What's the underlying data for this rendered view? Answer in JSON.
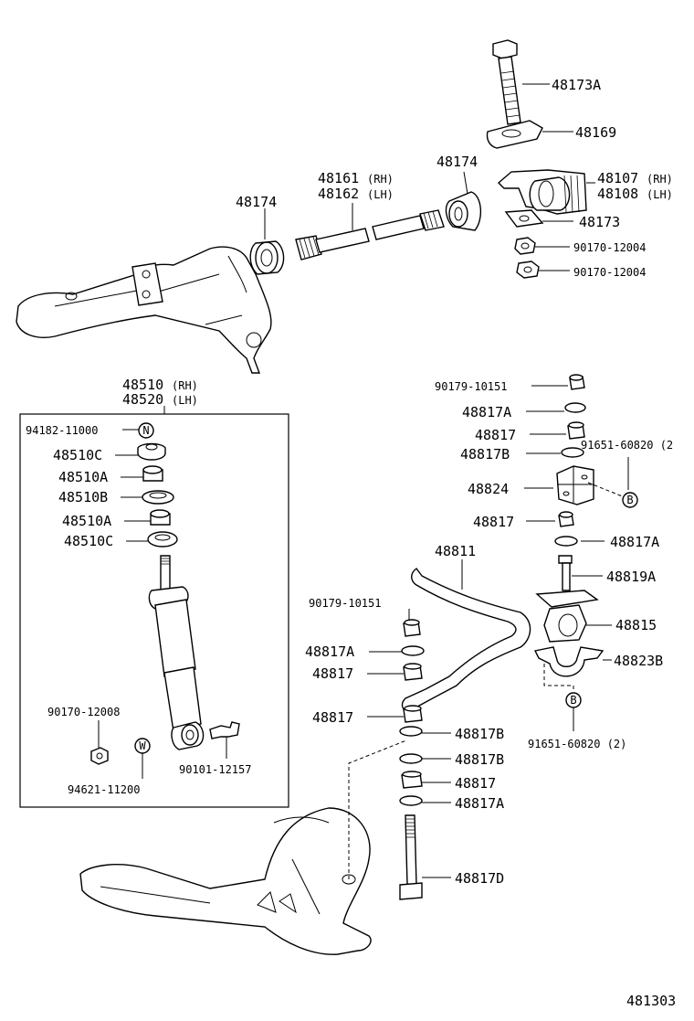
{
  "callouts": {
    "p48173A": "48173A",
    "p48169": "48169",
    "p48174_right": "48174",
    "p48107": "48107",
    "p48107_side": "(RH)",
    "p48108": "48108",
    "p48108_side": "(LH)",
    "p48173": "48173",
    "p90170_12004_a": "90170-12004",
    "p90170_12004_b": "90170-12004",
    "p48161": "48161",
    "p48161_side": "(RH)",
    "p48162": "48162",
    "p48162_side": "(LH)",
    "p48174_left": "48174",
    "p48510": "48510",
    "p48510_side": "(RH)",
    "p48520": "48520",
    "p48520_side": "(LH)",
    "p94182_11000": "94182-11000",
    "p48510C_a": "48510C",
    "p48510A_a": "48510A",
    "p48510B": "48510B",
    "p48510A_b": "48510A",
    "p48510C_b": "48510C",
    "p90170_12008": "90170-12008",
    "p90101_12157": "90101-12157",
    "p94621_11200": "94621-11200",
    "p90179_10151_a": "90179-10151",
    "p48817A_a": "48817A",
    "p48817_a": "48817",
    "p48817B_a": "48817B",
    "p91651_60820_a": "91651-60820 (2",
    "p48824": "48824",
    "p48817_b": "48817",
    "p48817A_b": "48817A",
    "p48811": "48811",
    "p48819A": "48819A",
    "p90179_10151_b": "90179-10151",
    "p48815": "48815",
    "p48817A_c": "48817A",
    "p48823B": "48823B",
    "p48817_c": "48817",
    "p48817_d": "48817",
    "p48817B_b": "48817B",
    "p91651_60820_b": "91651-60820 (2)",
    "p48817B_c": "48817B",
    "p48817_e": "48817",
    "p48817A_d": "48817A",
    "p48817D": "48817D"
  },
  "markers": {
    "N": "N",
    "W": "W",
    "B": "B"
  },
  "diagram_id": "481303"
}
